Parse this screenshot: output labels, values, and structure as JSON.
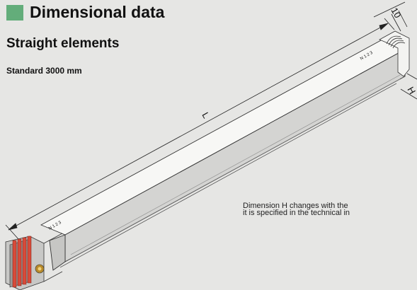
{
  "header": {
    "title": "Dimensional data",
    "accent_color": "#63ad7a"
  },
  "section": {
    "subtitle": "Straight elements",
    "standard": "Standard 3000 mm"
  },
  "drawing": {
    "dim_length_label": "L",
    "dim_height_label": "H",
    "dim_top_label": "10",
    "phase_marks_near": "N 1 2 3",
    "phase_marks_far": "N 1 2 3"
  },
  "note": {
    "line1": "Dimension H changes with the",
    "line2": "it is specified in the technical in"
  }
}
